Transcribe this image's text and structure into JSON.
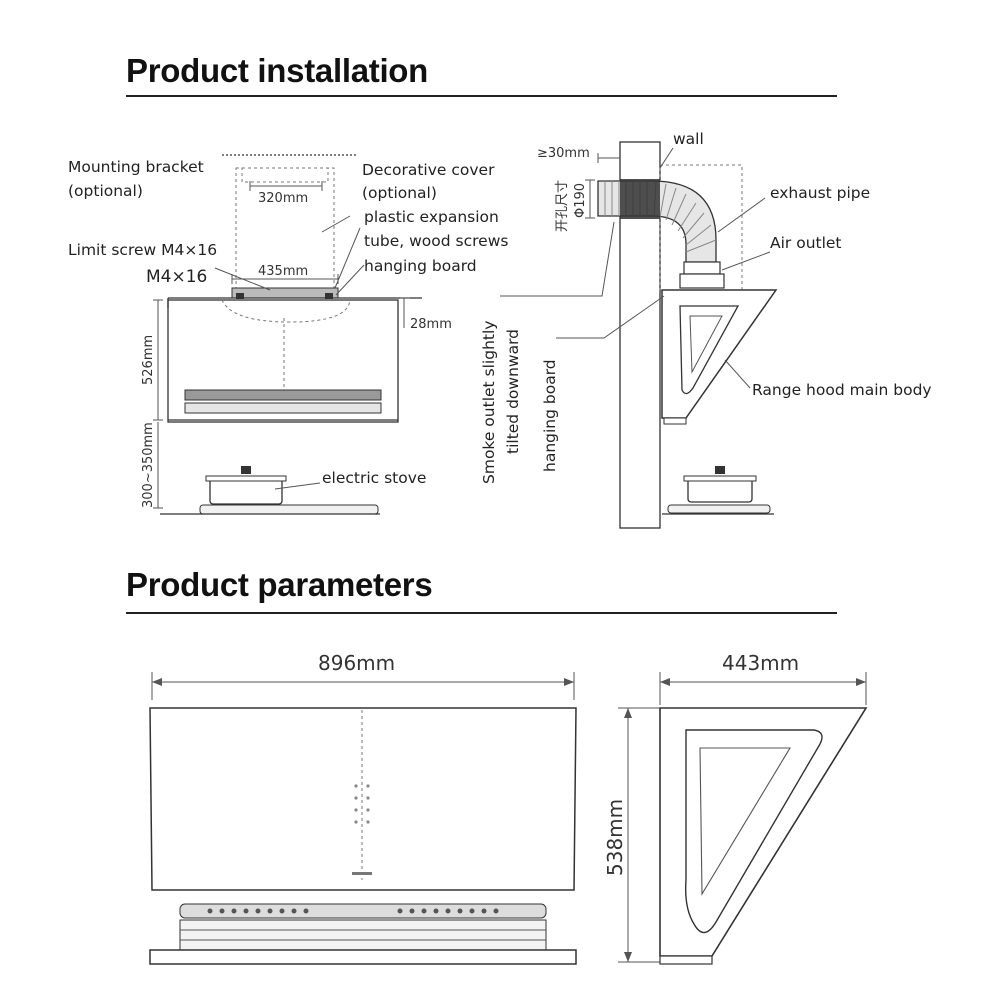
{
  "sections": {
    "installation_title": "Product installation",
    "parameters_title": "Product parameters"
  },
  "installation_front": {
    "mounting_bracket": [
      "Mounting bracket",
      "(optional)"
    ],
    "decorative_cover": [
      "Decorative cover",
      "(optional)"
    ],
    "plastic_expansion": [
      "plastic expansion",
      "tube, wood screws"
    ],
    "hanging_board": "hanging board",
    "limit_screw": "Limit screw M4×16",
    "screw_spec": "M4×16",
    "dim_320": "320mm",
    "dim_435": "435mm",
    "dim_28": "28mm",
    "dim_526": "526mm",
    "dim_300_350": "300~350mm",
    "electric_stove": "electric stove"
  },
  "installation_side": {
    "wall": "wall",
    "exhaust_pipe": "exhaust pipe",
    "air_outlet": "Air outlet",
    "range_hood_main_body": "Range hood main body",
    "dim_30": "≥30mm",
    "hole_size": "开孔尺寸",
    "dim_190": "Φ190",
    "smoke_outlet": [
      "Smoke outlet slightly",
      "tilted downward"
    ],
    "hanging_board_vertical": "hanging board"
  },
  "parameters": {
    "width": "896mm",
    "depth": "443mm",
    "height": "538mm"
  }
}
